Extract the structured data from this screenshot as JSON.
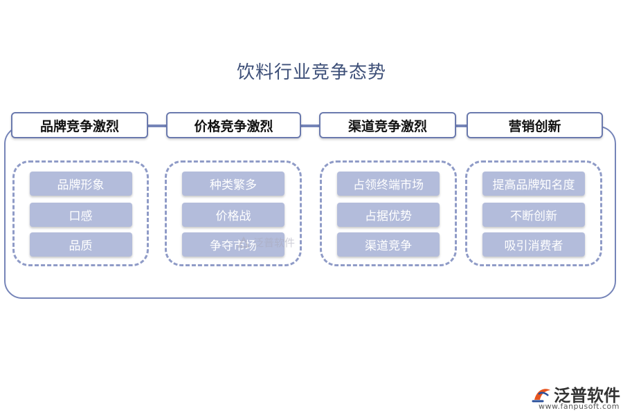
{
  "title": "饮料行业竞争态势",
  "columns": [
    {
      "header": "品牌竞争激烈",
      "items": [
        "品牌形象",
        "口感",
        "品质"
      ]
    },
    {
      "header": "价格竞争激烈",
      "items": [
        "种类繁多",
        "价格战",
        "争夺市场"
      ]
    },
    {
      "header": "渠道竞争激烈",
      "items": [
        "占领终端市场",
        "占据优势",
        "渠道竞争"
      ]
    },
    {
      "header": "营销创新",
      "items": [
        "提高品牌知名度",
        "不断创新",
        "吸引消费者"
      ]
    }
  ],
  "watermark": {
    "center_text": "泛普软件",
    "logo_text": "泛普软件",
    "url": "www.fanpusoft.com"
  },
  "colors": {
    "border": "#7584b8",
    "item_fill": "#b3bcdb",
    "title": "#3d4f78"
  }
}
